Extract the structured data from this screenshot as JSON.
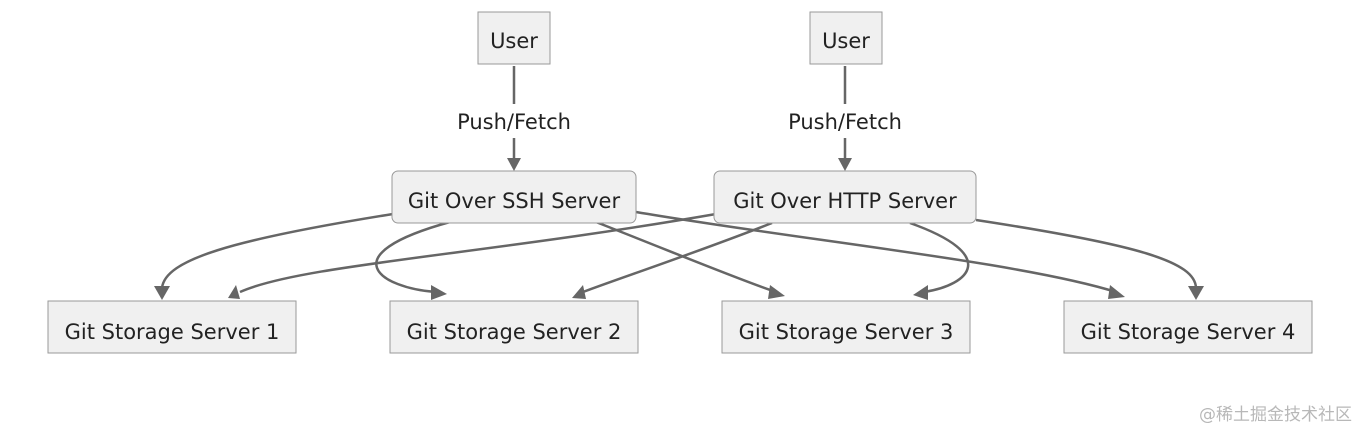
{
  "nodes": {
    "user_1": "User",
    "user_2": "User",
    "ssh_server": "Git Over SSH Server",
    "http_server": "Git Over HTTP Server",
    "storage_1": "Git Storage Server 1",
    "storage_2": "Git Storage Server 2",
    "storage_3": "Git Storage Server 3",
    "storage_4": "Git Storage Server 4"
  },
  "edge_labels": {
    "user_1_to_ssh": "Push/Fetch",
    "user_2_to_http": "Push/Fetch"
  },
  "edges": [
    {
      "from": "user_1",
      "to": "ssh_server",
      "label": "Push/Fetch"
    },
    {
      "from": "user_2",
      "to": "http_server",
      "label": "Push/Fetch"
    },
    {
      "from": "ssh_server",
      "to": "storage_1"
    },
    {
      "from": "ssh_server",
      "to": "storage_2"
    },
    {
      "from": "ssh_server",
      "to": "storage_3"
    },
    {
      "from": "ssh_server",
      "to": "storage_4"
    },
    {
      "from": "http_server",
      "to": "storage_1"
    },
    {
      "from": "http_server",
      "to": "storage_2"
    },
    {
      "from": "http_server",
      "to": "storage_3"
    },
    {
      "from": "http_server",
      "to": "storage_4"
    }
  ],
  "watermark": "@稀土掘金技术社区",
  "colors": {
    "node_fill": "#f0f0f0",
    "node_stroke": "#999999",
    "edge": "#666666",
    "text": "#222222",
    "watermark": "#b8b8b8"
  }
}
